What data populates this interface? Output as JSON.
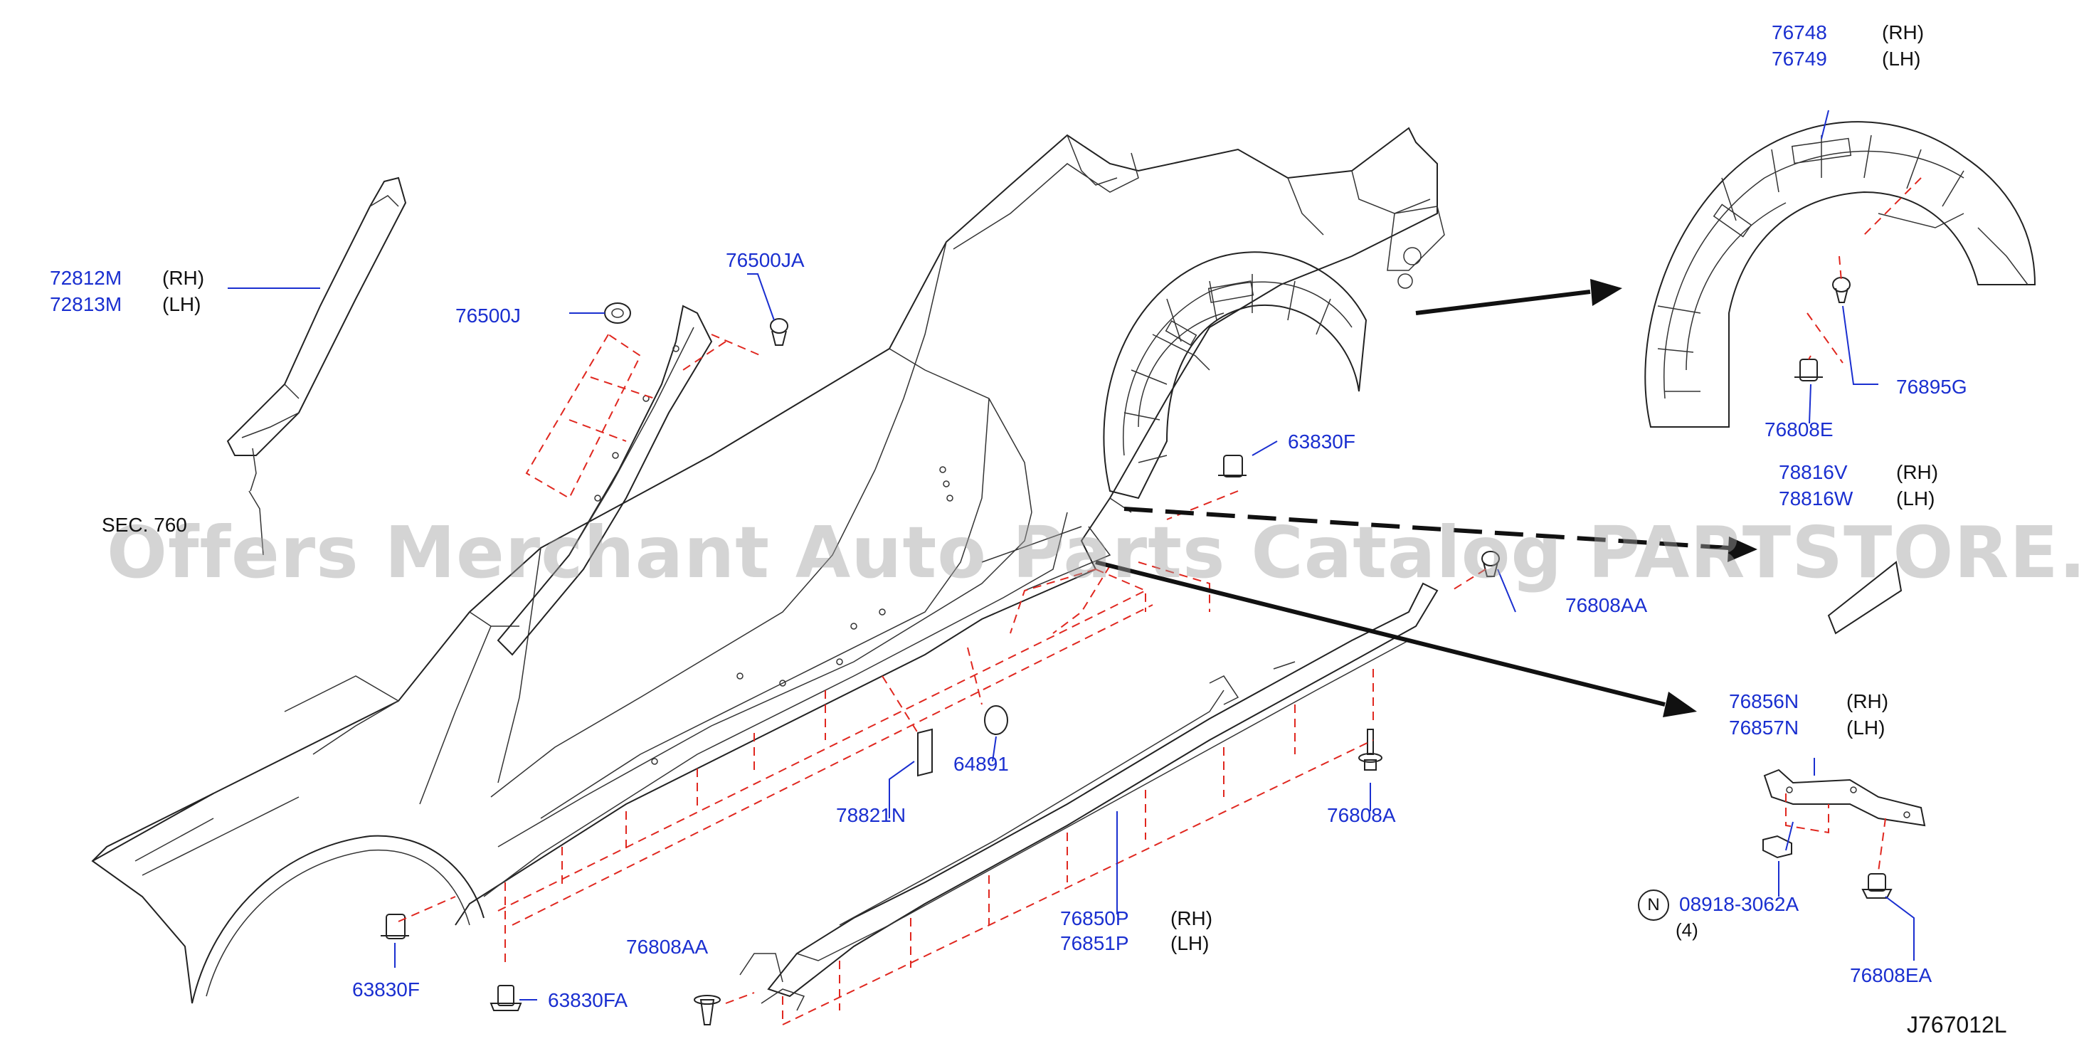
{
  "watermark": "Offers Merchant Auto Parts Catalog PARTSTORE.SA",
  "diagram_code": "J767012L",
  "section_ref": "SEC. 760",
  "circled_mark": "N",
  "quantity_note": "(4)",
  "parts": [
    {
      "id": "72812M",
      "side": "(RH)"
    },
    {
      "id": "72813M",
      "side": "(LH)"
    },
    {
      "id": "76500J",
      "side": ""
    },
    {
      "id": "76500JA",
      "side": ""
    },
    {
      "id": "63830F",
      "side": ""
    },
    {
      "id": "63830F",
      "side": ""
    },
    {
      "id": "63830FA",
      "side": ""
    },
    {
      "id": "76808AA",
      "side": ""
    },
    {
      "id": "76808AA",
      "side": ""
    },
    {
      "id": "64891",
      "side": ""
    },
    {
      "id": "78821N",
      "side": ""
    },
    {
      "id": "76850P",
      "side": "(RH)"
    },
    {
      "id": "76851P",
      "side": "(LH)"
    },
    {
      "id": "76808A",
      "side": ""
    },
    {
      "id": "76748",
      "side": "(RH)"
    },
    {
      "id": "76749",
      "side": "(LH)"
    },
    {
      "id": "76895G",
      "side": ""
    },
    {
      "id": "76808E",
      "side": ""
    },
    {
      "id": "78816V",
      "side": "(RH)"
    },
    {
      "id": "78816W",
      "side": "(LH)"
    },
    {
      "id": "76856N",
      "side": "(RH)"
    },
    {
      "id": "76857N",
      "side": "(LH)"
    },
    {
      "id": "08918-3062A",
      "side": ""
    },
    {
      "id": "76808EA",
      "side": ""
    }
  ]
}
